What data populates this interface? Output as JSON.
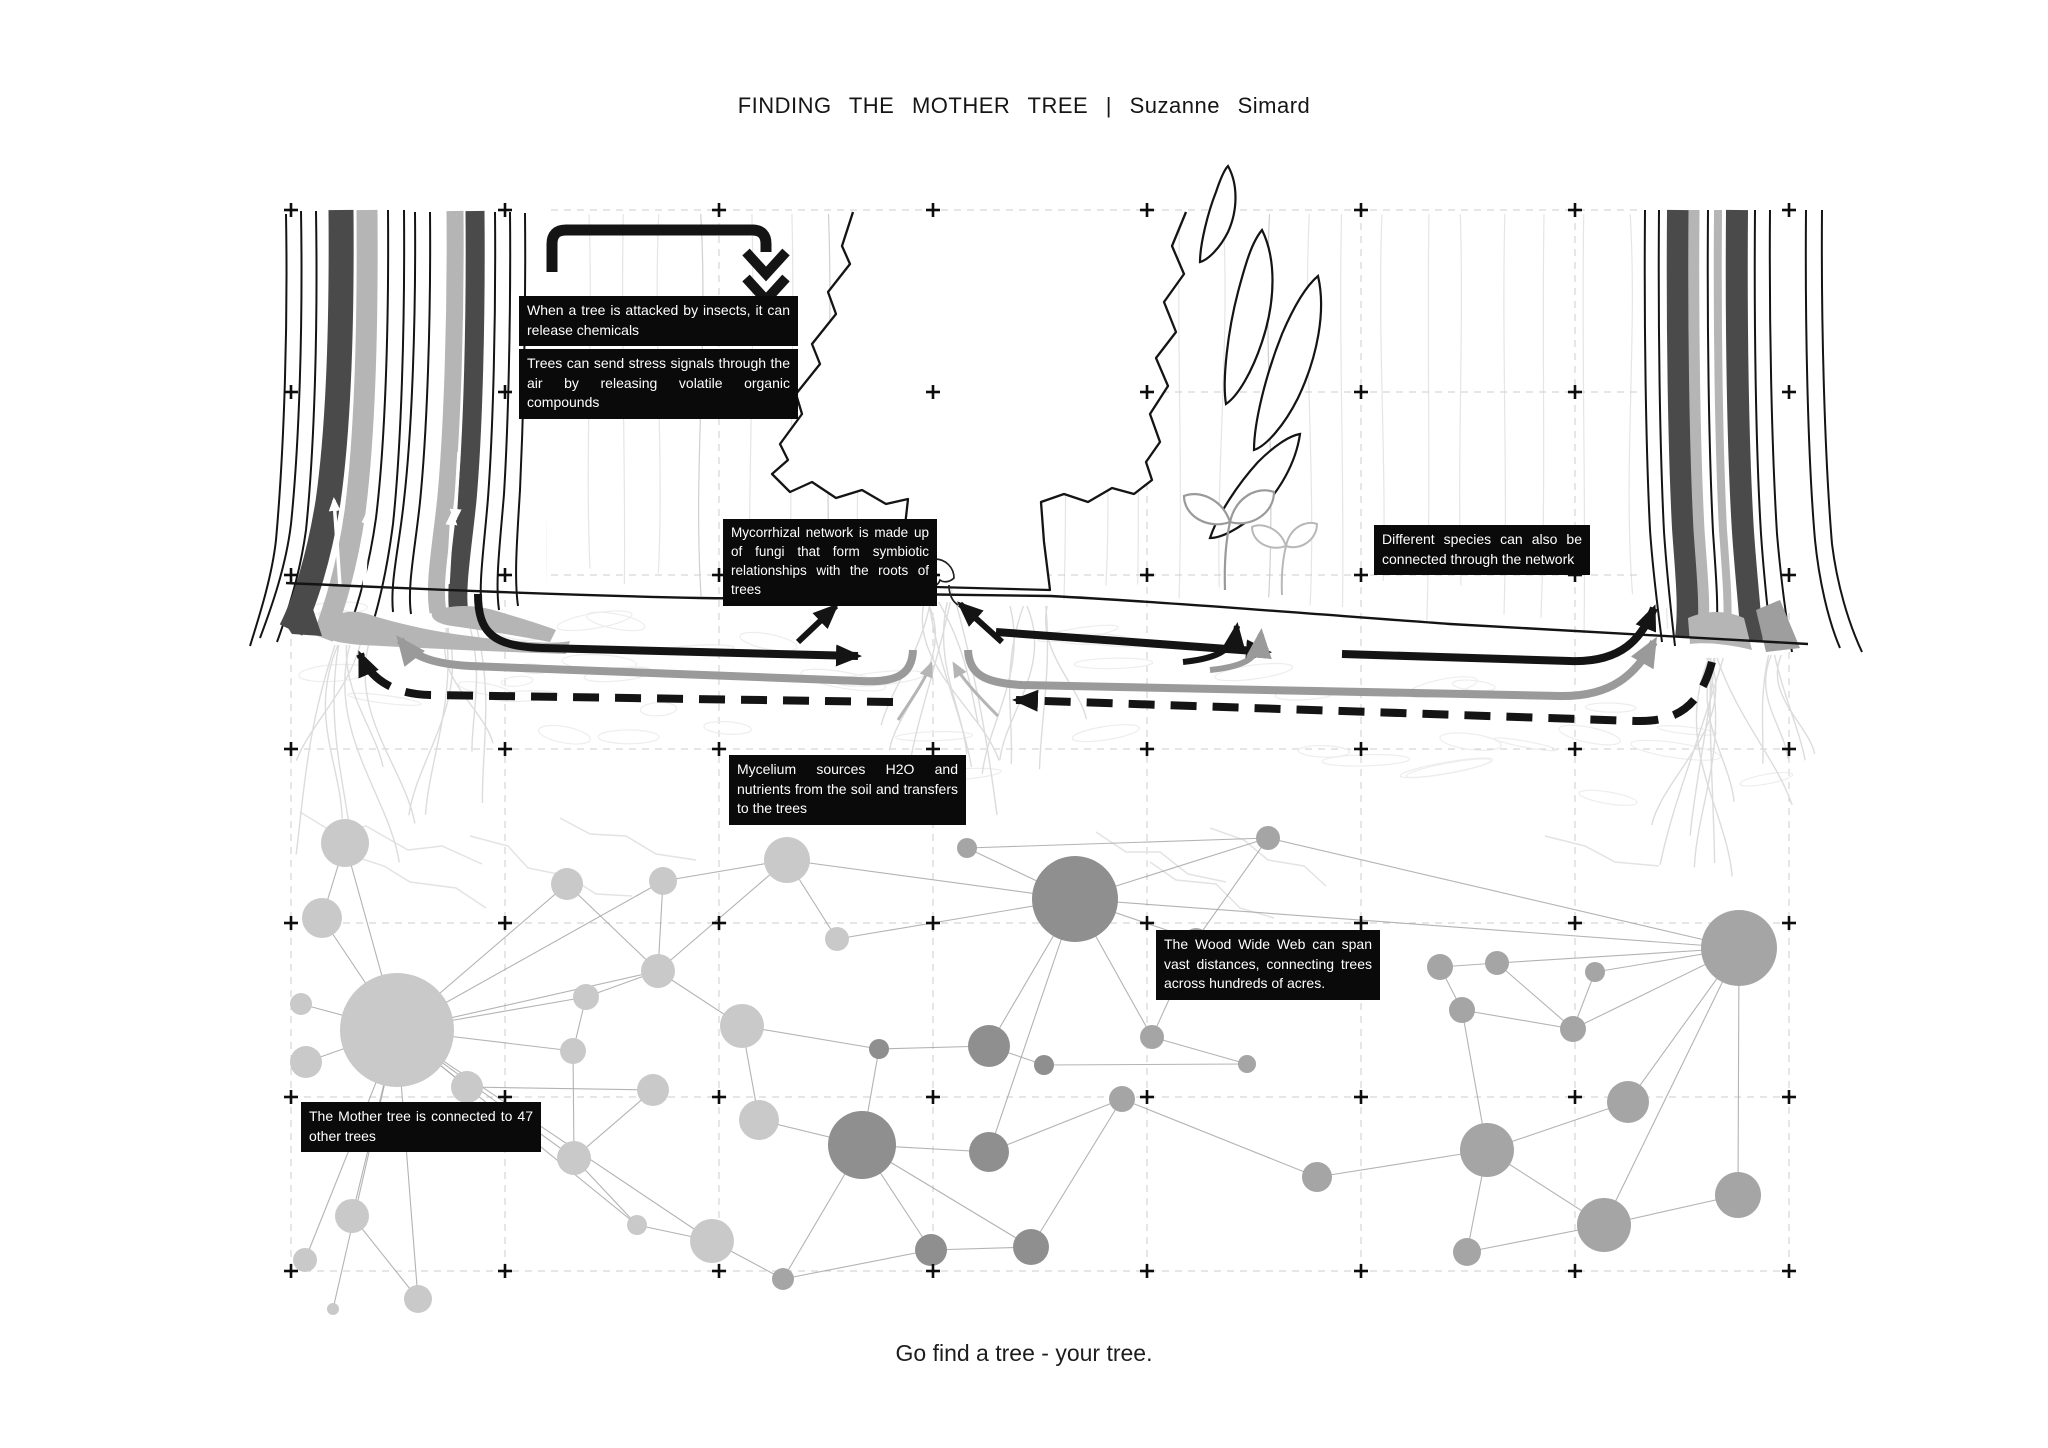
{
  "title": "FINDING THE MOTHER TREE | Suzanne Simard",
  "caption": "Go find a tree - your tree.",
  "annotations": {
    "insects": "When a tree is attacked by insects, it can release chemicals",
    "stress": "Trees can send stress signals through the air by releasing volatile organic compounds",
    "mycorrhizal": "Mycorrhizal network is made up of fungi that form symbiotic relationships with the roots of trees",
    "species": "Different species can also be connected through the network",
    "mycelium": "Mycelium sources H2O and nutrients from the soil and transfers to the trees",
    "woodwideweb": "The Wood Wide Web can span vast distances, connecting trees across hundreds of acres.",
    "mothertree": "The Mother tree is connected to 47 other trees"
  },
  "colors": {
    "ink": "#141414",
    "box_bg": "#0a0a0a",
    "box_text": "#ffffff",
    "band_dark": "#4a4a4a",
    "band_light": "#b5b5b5",
    "gray_arrow": "#9a9a9a",
    "light_arrow": "#b5b5b5",
    "node_light": "#c9c9c9",
    "node_mid": "#a5a5a5",
    "node_dark": "#8f8f8f",
    "edge": "#a6a6a6",
    "grid": "#cdcdcd"
  },
  "network": {
    "mother_tree_connections": 47,
    "nodes": [
      [
        345,
        843,
        24,
        "l"
      ],
      [
        322,
        918,
        20,
        "l"
      ],
      [
        397,
        1030,
        57,
        "l"
      ],
      [
        301,
        1004,
        11,
        "l"
      ],
      [
        306,
        1062,
        16,
        "l"
      ],
      [
        352,
        1216,
        17,
        "l"
      ],
      [
        305,
        1260,
        12,
        "l"
      ],
      [
        333,
        1309,
        6,
        "l"
      ],
      [
        418,
        1299,
        14,
        "l"
      ],
      [
        467,
        1087,
        16,
        "l"
      ],
      [
        567,
        884,
        16,
        "l"
      ],
      [
        663,
        881,
        14,
        "l"
      ],
      [
        787,
        860,
        23,
        "l"
      ],
      [
        967,
        848,
        10,
        "m"
      ],
      [
        837,
        939,
        12,
        "l"
      ],
      [
        658,
        971,
        17,
        "l"
      ],
      [
        586,
        997,
        13,
        "l"
      ],
      [
        573,
        1051,
        13,
        "l"
      ],
      [
        742,
        1026,
        22,
        "l"
      ],
      [
        653,
        1090,
        16,
        "l"
      ],
      [
        574,
        1158,
        17,
        "l"
      ],
      [
        637,
        1225,
        10,
        "l"
      ],
      [
        712,
        1241,
        22,
        "l"
      ],
      [
        783,
        1279,
        11,
        "m"
      ],
      [
        759,
        1120,
        20,
        "l"
      ],
      [
        862,
        1145,
        34,
        "d"
      ],
      [
        879,
        1049,
        10,
        "d"
      ],
      [
        989,
        1046,
        21,
        "d"
      ],
      [
        1044,
        1065,
        10,
        "d"
      ],
      [
        989,
        1152,
        20,
        "d"
      ],
      [
        931,
        1250,
        16,
        "d"
      ],
      [
        1031,
        1247,
        18,
        "d"
      ],
      [
        1075,
        899,
        43,
        "d"
      ],
      [
        1268,
        838,
        12,
        "m"
      ],
      [
        1196,
        940,
        12,
        "m"
      ],
      [
        1152,
        1037,
        12,
        "m"
      ],
      [
        1122,
        1099,
        13,
        "m"
      ],
      [
        1247,
        1064,
        9,
        "m"
      ],
      [
        1317,
        1177,
        15,
        "m"
      ],
      [
        1440,
        967,
        13,
        "m"
      ],
      [
        1497,
        963,
        12,
        "m"
      ],
      [
        1595,
        972,
        10,
        "m"
      ],
      [
        1462,
        1010,
        13,
        "m"
      ],
      [
        1573,
        1029,
        13,
        "m"
      ],
      [
        1628,
        1102,
        21,
        "m"
      ],
      [
        1487,
        1150,
        27,
        "m"
      ],
      [
        1739,
        948,
        38,
        "m"
      ],
      [
        1738,
        1195,
        23,
        "m"
      ],
      [
        1604,
        1225,
        27,
        "m"
      ],
      [
        1467,
        1252,
        14,
        "m"
      ]
    ],
    "edges": [
      [
        2,
        0
      ],
      [
        2,
        1
      ],
      [
        2,
        3
      ],
      [
        2,
        4
      ],
      [
        2,
        5
      ],
      [
        2,
        6
      ],
      [
        2,
        7
      ],
      [
        2,
        8
      ],
      [
        2,
        9
      ],
      [
        2,
        10
      ],
      [
        2,
        11
      ],
      [
        2,
        15
      ],
      [
        2,
        16
      ],
      [
        2,
        17
      ],
      [
        2,
        20
      ],
      [
        2,
        21
      ],
      [
        2,
        22
      ],
      [
        0,
        1
      ],
      [
        5,
        8
      ],
      [
        9,
        19
      ],
      [
        10,
        15
      ],
      [
        11,
        15
      ],
      [
        12,
        11
      ],
      [
        12,
        14
      ],
      [
        12,
        32
      ],
      [
        12,
        15
      ],
      [
        13,
        32
      ],
      [
        13,
        33
      ],
      [
        14,
        32
      ],
      [
        15,
        16
      ],
      [
        16,
        17
      ],
      [
        15,
        18
      ],
      [
        17,
        20
      ],
      [
        18,
        26
      ],
      [
        18,
        24
      ],
      [
        19,
        20
      ],
      [
        20,
        21
      ],
      [
        21,
        22
      ],
      [
        22,
        23
      ],
      [
        24,
        25
      ],
      [
        25,
        23
      ],
      [
        25,
        30
      ],
      [
        25,
        29
      ],
      [
        25,
        26
      ],
      [
        25,
        31
      ],
      [
        26,
        27
      ],
      [
        27,
        28
      ],
      [
        27,
        32
      ],
      [
        28,
        37
      ],
      [
        29,
        36
      ],
      [
        30,
        31
      ],
      [
        31,
        36
      ],
      [
        23,
        30
      ],
      [
        32,
        34
      ],
      [
        32,
        33
      ],
      [
        32,
        35
      ],
      [
        32,
        46
      ],
      [
        32,
        29
      ],
      [
        33,
        34
      ],
      [
        34,
        35
      ],
      [
        35,
        37
      ],
      [
        36,
        38
      ],
      [
        38,
        45
      ],
      [
        39,
        40
      ],
      [
        40,
        43
      ],
      [
        42,
        39
      ],
      [
        42,
        45
      ],
      [
        41,
        43
      ],
      [
        42,
        43
      ],
      [
        44,
        46
      ],
      [
        45,
        49
      ],
      [
        45,
        48
      ],
      [
        45,
        44
      ],
      [
        46,
        41
      ],
      [
        46,
        40
      ],
      [
        46,
        43
      ],
      [
        46,
        47
      ],
      [
        46,
        48
      ],
      [
        46,
        33
      ],
      [
        47,
        48
      ],
      [
        48,
        49
      ]
    ]
  }
}
